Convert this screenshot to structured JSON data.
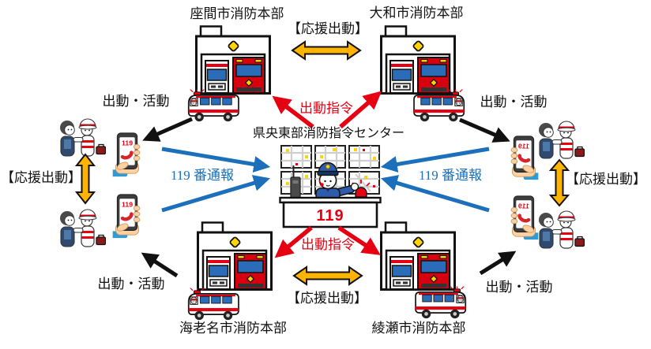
{
  "center": {
    "title": "県央東部消防指令センター",
    "desk_number": "119"
  },
  "stations": {
    "top_left": "座間市消防本部",
    "top_right": "大和市消防本部",
    "bottom_left": "海老名市消防本部",
    "bottom_right": "綾瀬市消防本部"
  },
  "labels": {
    "support_dispatch": "【応援出動】",
    "dispatch_order": "出動指令",
    "call_119": "119 番通報",
    "dispatch_activity": "出動・活動"
  },
  "phone": {
    "display": "119"
  },
  "colors": {
    "arrow_red": "#e60012",
    "arrow_blue": "#1c6fba",
    "arrow_yellow": "#ffb400",
    "arrow_black": "#111111",
    "text_red": "#e60012",
    "text_blue": "#1c6fba"
  },
  "arrows": [
    {
      "color": "red",
      "label": "出動指令",
      "meaning": "center-to-stations"
    },
    {
      "color": "blue",
      "label": "119 番通報",
      "meaning": "callers-to-center"
    },
    {
      "color": "yellow",
      "label": "【応援出動】",
      "meaning": "mutual-support-between-stations"
    },
    {
      "color": "black",
      "label": "出動・活動",
      "meaning": "stations-to-incident-scenes"
    }
  ]
}
